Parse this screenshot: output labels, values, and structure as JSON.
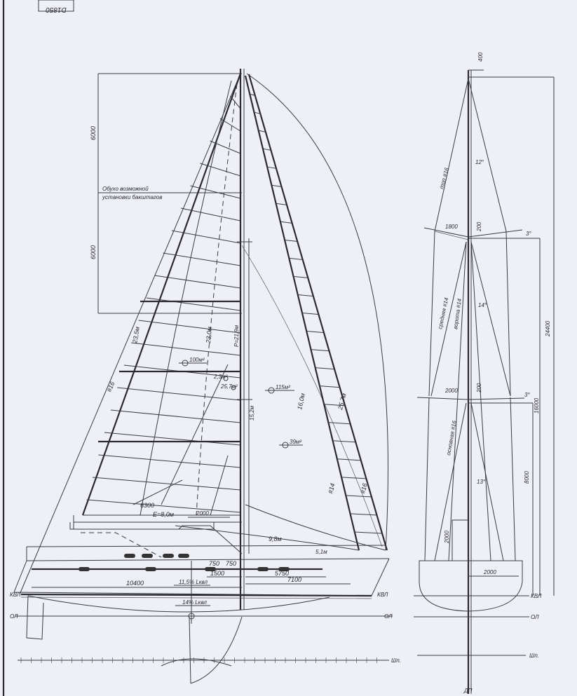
{
  "stamp": "D1850",
  "side_view": {
    "note_line1": "Обухо возможной",
    "note_line2": "установки бакштагов",
    "dim_upper": "6000",
    "dim_lower": "6000",
    "backstay": "#16",
    "main_leech": "23,5м",
    "main_mid": "23,0м",
    "luff_p": "P=21,9м",
    "area_main": "100м²",
    "area_a": "2,3м²",
    "area_b": "25,7м²",
    "area_jib": "115м²",
    "area_stay": "39м²",
    "luff_mid": "15,2м",
    "jib_luff": "16,0м",
    "jib_leech": "25,7м",
    "jib_stay_a": "#14",
    "jib_stay_b": "#16",
    "boom_dim": "6300",
    "e_dim": "E=8,0м",
    "dim_2000": "2000",
    "foot_98": "9,8м",
    "foot_51": "5,1м",
    "dim_750a": "750",
    "dim_750b": "750",
    "dim_1500": "1500",
    "dim_5750": "5750",
    "dim_7100": "7100",
    "dim_10400": "10400",
    "pct_115": "11,5% Lквл",
    "pct_14": "14% Lквл",
    "kvl_left": "КВЛ",
    "kvl_right": "КВЛ",
    "ol_left": "ОЛ",
    "ol_right": "ОЛ",
    "scale_end": "Шп."
  },
  "front_view": {
    "dim_top": "400",
    "angle_upper": "12°",
    "cap_shroud": "топ #16",
    "spreader_upper": "1800",
    "spreader_upper_h": "200",
    "spreader_upper_angle": "3°",
    "mid_shroud_a": "средняя #14",
    "mid_shroud_b": "ворота #14",
    "angle_mid": "14°",
    "dim_total": "24400",
    "spreader_lower": "2000",
    "spreader_lower_h": "200",
    "spreader_lower_angle": "3°",
    "dim_16000": "16000",
    "lower_shroud": "основная #16",
    "angle_lower": "13°",
    "dim_8000": "8000",
    "dim_2000_vert": "2000",
    "beam": "2000",
    "kvl": "КВЛ",
    "ol": "ОЛ",
    "dp": "ДП",
    "scale_end": "Шп."
  }
}
